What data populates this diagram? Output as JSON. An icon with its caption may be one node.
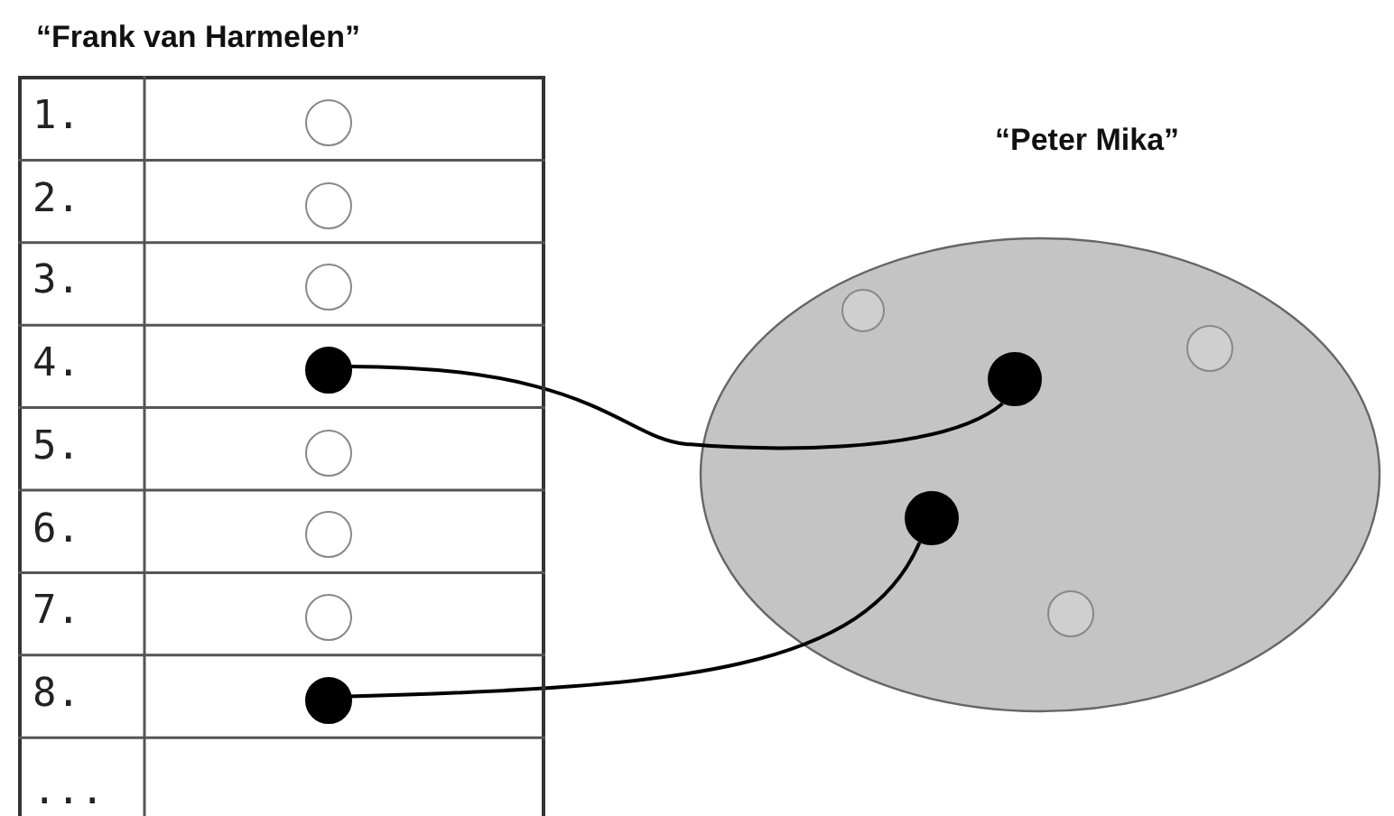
{
  "diagram": {
    "nodes": [
      {
        "text": [
          "“Frank van Harmelen”"
        ]
      },
      {
        "text": [],
        "shape": "circle",
        "in": 0
      },
      {
        "text": [],
        "shape": "circle",
        "in": 0
      },
      {
        "text": [],
        "shape": "circle",
        "in": 0
      },
      {
        "text": [],
        "shape": "dot",
        "in": 0
      },
      {
        "text": [],
        "shape": "circle",
        "in": 0
      },
      {
        "text": [],
        "shape": "circle",
        "in": 0
      },
      {
        "text": [],
        "shape": "circle",
        "in": 0
      },
      {
        "text": [],
        "shape": "dot",
        "in": 0
      },
      {
        "text": [
          "“Peter Mika”"
        ]
      },
      {
        "text": [],
        "shape": "circle",
        "in": 9
      },
      {
        "text": [],
        "shape": "circle",
        "in": 9
      },
      {
        "text": [],
        "shape": "dot",
        "in": 9
      },
      {
        "text": [],
        "shape": "dot",
        "in": 9
      },
      {
        "text": [],
        "shape": "circle",
        "in": 9
      }
    ],
    "edges": [
      {
        "from": 4,
        "to": 12,
        "arrow": "none"
      },
      {
        "from": 8,
        "to": 13,
        "arrow": "none"
      }
    ],
    "labels": [
      "1.",
      "2.",
      "3.",
      "4.",
      "5.",
      "6.",
      "7.",
      "8.",
      "..."
    ]
  }
}
